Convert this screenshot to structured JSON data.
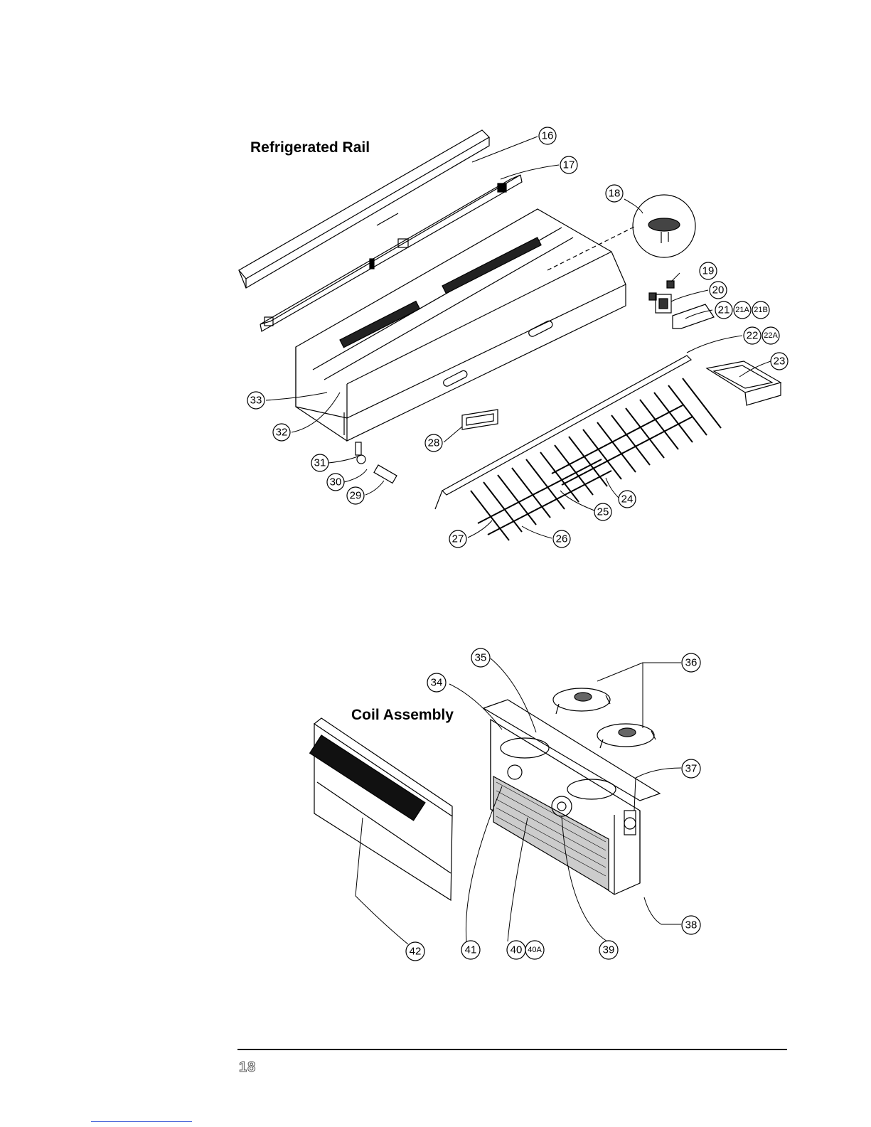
{
  "titles": {
    "rail": "Refrigerated Rail",
    "coil": "Coil Assembly"
  },
  "callouts": {
    "c16": "16",
    "c17": "17",
    "c18": "18",
    "c19": "19",
    "c20": "20",
    "c21": "21",
    "c21a": "21A",
    "c21b": "21B",
    "c22": "22",
    "c22a": "22A",
    "c23": "23",
    "c24": "24",
    "c25": "25",
    "c26": "26",
    "c27": "27",
    "c28": "28",
    "c29": "29",
    "c30": "30",
    "c31": "31",
    "c32": "32",
    "c33": "33",
    "c34": "34",
    "c35": "35",
    "c36": "36",
    "c37": "37",
    "c38": "38",
    "c39": "39",
    "c40": "40",
    "c40a": "40A",
    "c41": "41",
    "c42": "42"
  },
  "footer": {
    "page_number": "18"
  }
}
